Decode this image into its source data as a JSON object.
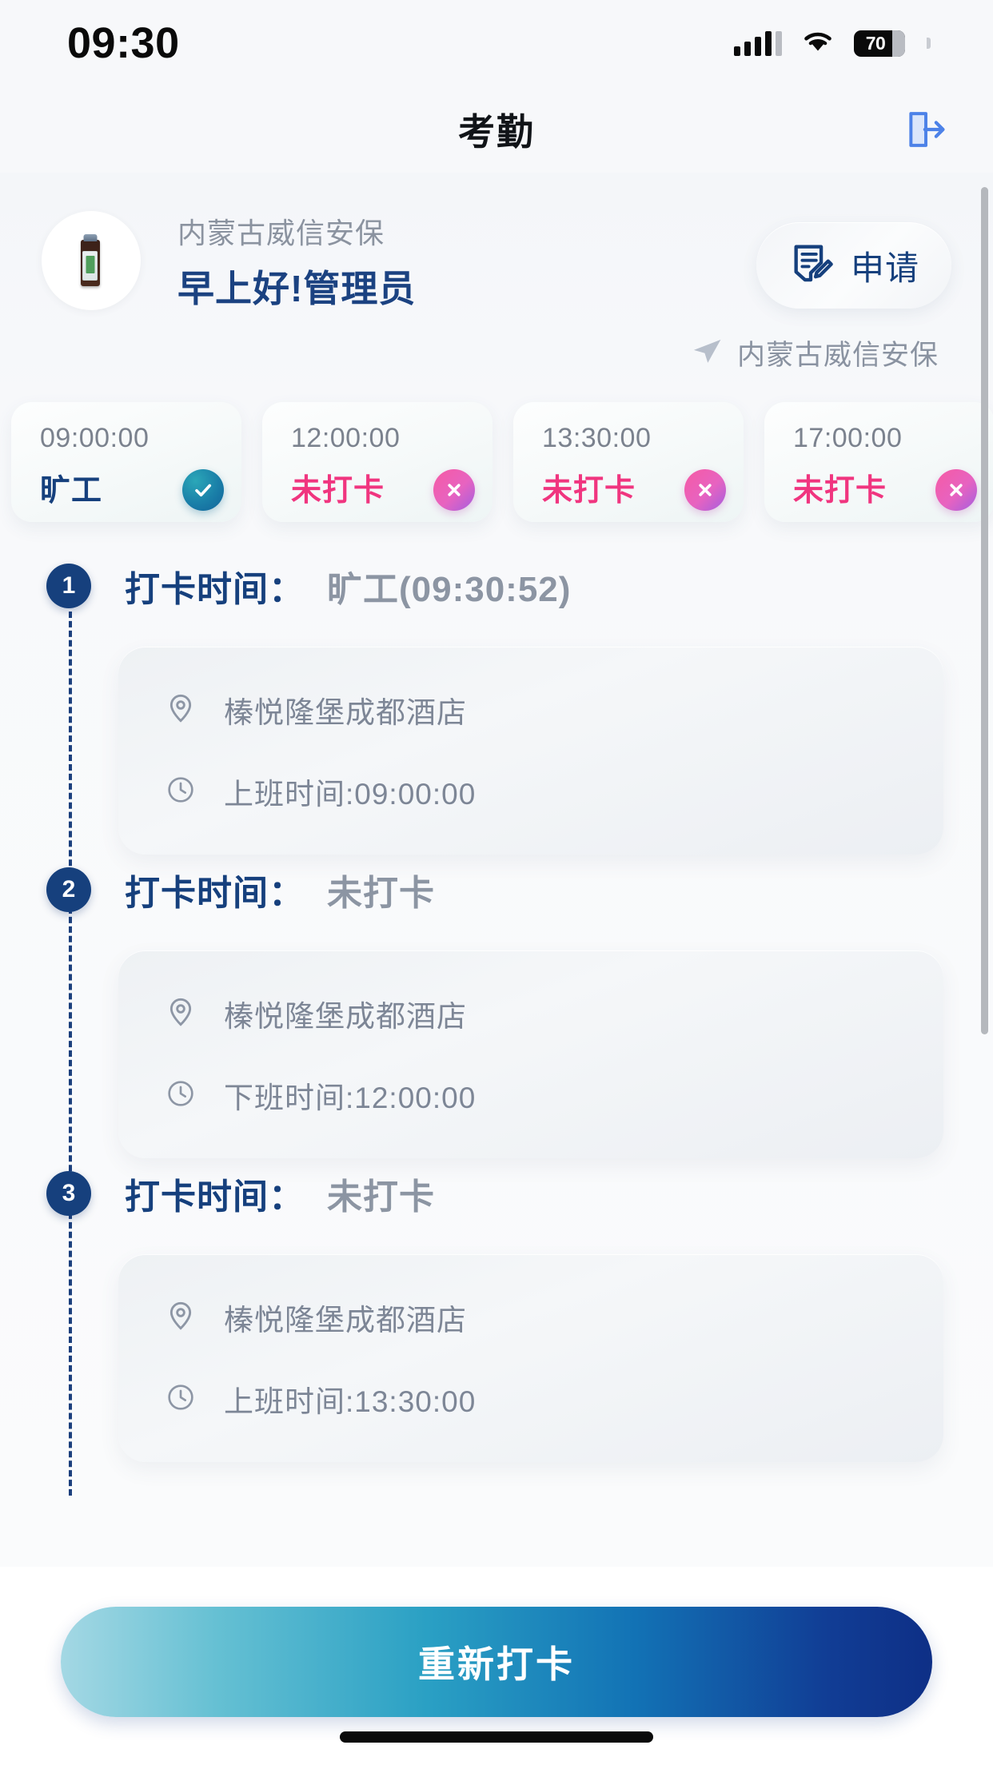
{
  "status_bar": {
    "time": "09:30",
    "battery_percent": "70",
    "signal_icon": "signal-bars-icon",
    "wifi_icon": "wifi-icon",
    "battery_icon": "battery-icon"
  },
  "nav": {
    "title": "考勤",
    "logout_icon": "logout-icon"
  },
  "profile": {
    "avatar_icon": "avatar-photo",
    "company": "内蒙古威信安保",
    "greeting": "早上好!管理员",
    "apply_label": "申请",
    "apply_icon": "document-edit-icon",
    "location_icon": "navigation-send-icon",
    "location_text": "内蒙古威信安保"
  },
  "time_cards": [
    {
      "time": "09:00:00",
      "status": "旷工",
      "status_color": "#16407d",
      "badge": "check-icon",
      "badge_type": "ok"
    },
    {
      "time": "12:00:00",
      "status": "未打卡",
      "status_color": "#f0357f",
      "badge": "close-icon",
      "badge_type": "no"
    },
    {
      "time": "13:30:00",
      "status": "未打卡",
      "status_color": "#f0357f",
      "badge": "close-icon",
      "badge_type": "no"
    },
    {
      "time": "17:00:00",
      "status": "未打卡",
      "status_color": "#f0357f",
      "badge": "close-icon",
      "badge_type": "no"
    }
  ],
  "timeline": [
    {
      "index": "1",
      "label": "打卡时间：",
      "value": "旷工(09:30:52)",
      "location_icon": "map-pin-icon",
      "location": "榛悦隆堡成都酒店",
      "clock_icon": "clock-icon",
      "shift": "上班时间:09:00:00"
    },
    {
      "index": "2",
      "label": "打卡时间：",
      "value": "未打卡",
      "location_icon": "map-pin-icon",
      "location": "榛悦隆堡成都酒店",
      "clock_icon": "clock-icon",
      "shift": "下班时间:12:00:00"
    },
    {
      "index": "3",
      "label": "打卡时间：",
      "value": "未打卡",
      "location_icon": "map-pin-icon",
      "location": "榛悦隆堡成都酒店",
      "clock_icon": "clock-icon",
      "shift": "上班时间:13:30:00"
    }
  ],
  "bottom": {
    "recheck_label": "重新打卡"
  },
  "colors": {
    "navy": "#16407d",
    "pink": "#f0357f",
    "gray_text": "#8b93a0",
    "bg": "#f7f8fa"
  }
}
